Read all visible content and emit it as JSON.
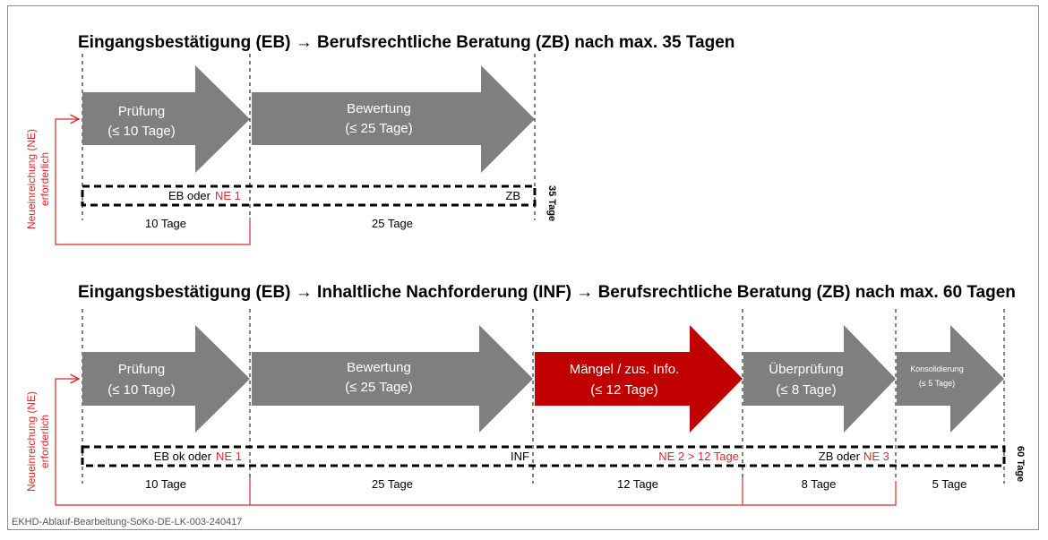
{
  "colors": {
    "gray_arrow": "#7f7f7f",
    "red_arrow": "#c00000",
    "red_text": "#e0282c",
    "border": "#8c8c8c"
  },
  "section1": {
    "title": "Eingangsbestätigung (EB) → Berufsrechtliche Beratung (ZB) nach max. 35 Tagen",
    "arrows": [
      {
        "line1": "Prüfung",
        "line2": "(≤ 10 Tage)"
      },
      {
        "line1": "Bewertung",
        "line2": "(≤ 25 Tage)"
      }
    ],
    "bar": {
      "eb": "EB oder",
      "ne1": "NE 1",
      "zb": "ZB"
    },
    "total": "35 Tage",
    "days": [
      "10 Tage",
      "25 Tage"
    ],
    "ne_line1": "Neueinreichung (NE)",
    "ne_line2": "erforderlich"
  },
  "section2": {
    "title": "Eingangsbestätigung (EB) → Inhaltliche Nachforderung (INF) → Berufsrechtliche Beratung (ZB) nach max. 60 Tagen",
    "arrows": [
      {
        "line1": "Prüfung",
        "line2": "(≤ 10 Tage)"
      },
      {
        "line1": "Bewertung",
        "line2": "(≤ 25 Tage)"
      },
      {
        "line1": "Mängel / zus. Info.",
        "line2": "(≤ 12 Tage)"
      },
      {
        "line1": "Überprüfung",
        "line2": "(≤ 8 Tage)"
      },
      {
        "line1": "Konsolidierung",
        "line2": "(≤ 5 Tage)"
      }
    ],
    "bar": {
      "eb": "EB ok oder",
      "ne1": "NE 1",
      "inf": "INF",
      "ne2": "NE 2 > 12 Tage",
      "zb": "ZB oder",
      "ne3": "NE 3"
    },
    "total": "60 Tage",
    "days": [
      "10 Tage",
      "25 Tage",
      "12 Tage",
      "8 Tage",
      "5 Tage"
    ],
    "ne_line1": "Neueinreichung (NE)",
    "ne_line2": "erforderlich"
  },
  "footer": "EKHD-Ablauf-Bearbeitung-SoKo-DE-LK-003-240417"
}
